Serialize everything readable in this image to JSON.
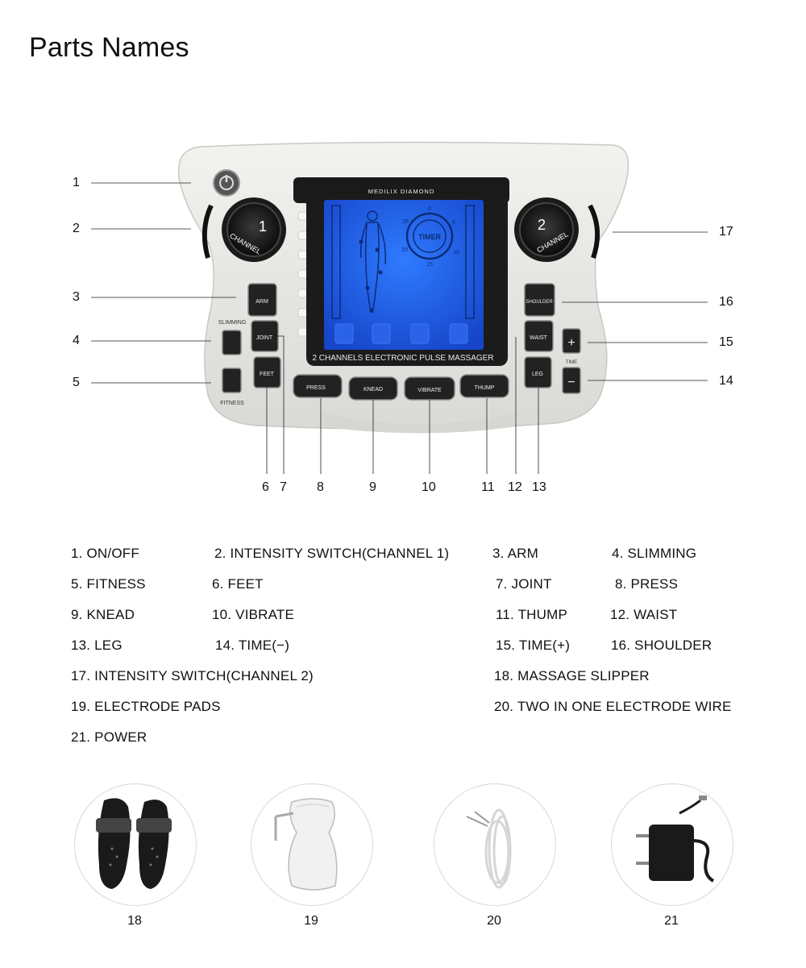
{
  "title": "Parts Names",
  "device": {
    "brand": "MEDILIX DIAMOND",
    "screen_caption": "2 CHANNELS ELECTRONIC PULSE MASSAGER",
    "timer_label": "TIMER",
    "timer_ticks": [
      "0",
      "5",
      "10",
      "15",
      "20",
      "25"
    ],
    "knob1_label": "CHANNEL",
    "knob1_number": "1",
    "knob2_label": "CHANNEL",
    "knob2_number": "2",
    "buttons": {
      "arm": "ARM",
      "joint": "JOINT",
      "feet": "FEET",
      "press": "PRESS",
      "knead": "KNEAD",
      "vibrate": "VIBRATE",
      "thump": "THUMP",
      "shoulder": "SHOULDER",
      "waist": "WAIST",
      "leg": "LEG",
      "plus": "+",
      "minus": "−",
      "time": "TIME"
    },
    "side_labels": {
      "slimming": "SLIMMING",
      "fitness": "FITNESS"
    }
  },
  "callouts": {
    "c1": "1",
    "c2": "2",
    "c3": "3",
    "c4": "4",
    "c5": "5",
    "c6": "6",
    "c7": "7",
    "c8": "8",
    "c9": "9",
    "c10": "10",
    "c11": "11",
    "c12": "12",
    "c13": "13",
    "c14": "14",
    "c15": "15",
    "c16": "16",
    "c17": "17"
  },
  "legend": [
    "1. ON/OFF",
    "2. INTENSITY SWITCH(CHANNEL 1)",
    "3. ARM",
    "4. SLIMMING",
    "5. FITNESS",
    "6. FEET",
    "7. JOINT",
    "8. PRESS",
    "9. KNEAD",
    "10. VIBRATE",
    "11. THUMP",
    "12. WAIST",
    "13. LEG",
    "14. TIME(−)",
    "15. TIME(+)",
    "16. SHOULDER",
    "17. INTENSITY SWITCH(CHANNEL 2)",
    "18. MASSAGE SLIPPER",
    "19. ELECTRODE PADS",
    "20. TWO IN ONE ELECTRODE WIRE",
    "21. POWER"
  ],
  "accessories": [
    "18",
    "19",
    "20",
    "21"
  ],
  "colors": {
    "screen": "#1f5fe6",
    "body": "#e6e6e3",
    "button": "#2a2a2a"
  }
}
